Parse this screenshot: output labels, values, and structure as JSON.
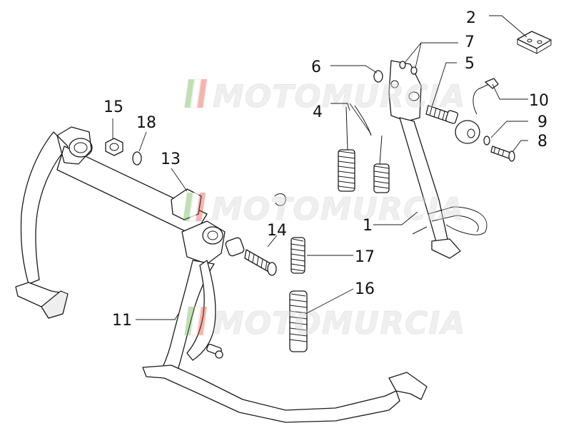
{
  "diagram": {
    "callouts": [
      {
        "id": "2",
        "label": "2"
      },
      {
        "id": "7",
        "label": "7"
      },
      {
        "id": "5",
        "label": "5"
      },
      {
        "id": "6",
        "label": "6"
      },
      {
        "id": "4",
        "label": "4"
      },
      {
        "id": "10",
        "label": "10"
      },
      {
        "id": "9",
        "label": "9"
      },
      {
        "id": "8",
        "label": "8"
      },
      {
        "id": "15",
        "label": "15"
      },
      {
        "id": "18",
        "label": "18"
      },
      {
        "id": "13",
        "label": "13"
      },
      {
        "id": "1",
        "label": "1"
      },
      {
        "id": "14",
        "label": "14"
      },
      {
        "id": "17",
        "label": "17"
      },
      {
        "id": "16",
        "label": "16"
      },
      {
        "id": "11",
        "label": "11"
      }
    ]
  },
  "watermark": {
    "text": "MOTOMURCIA",
    "colors": [
      "#6ab04c",
      "#ffffff",
      "#e74c3c"
    ]
  }
}
